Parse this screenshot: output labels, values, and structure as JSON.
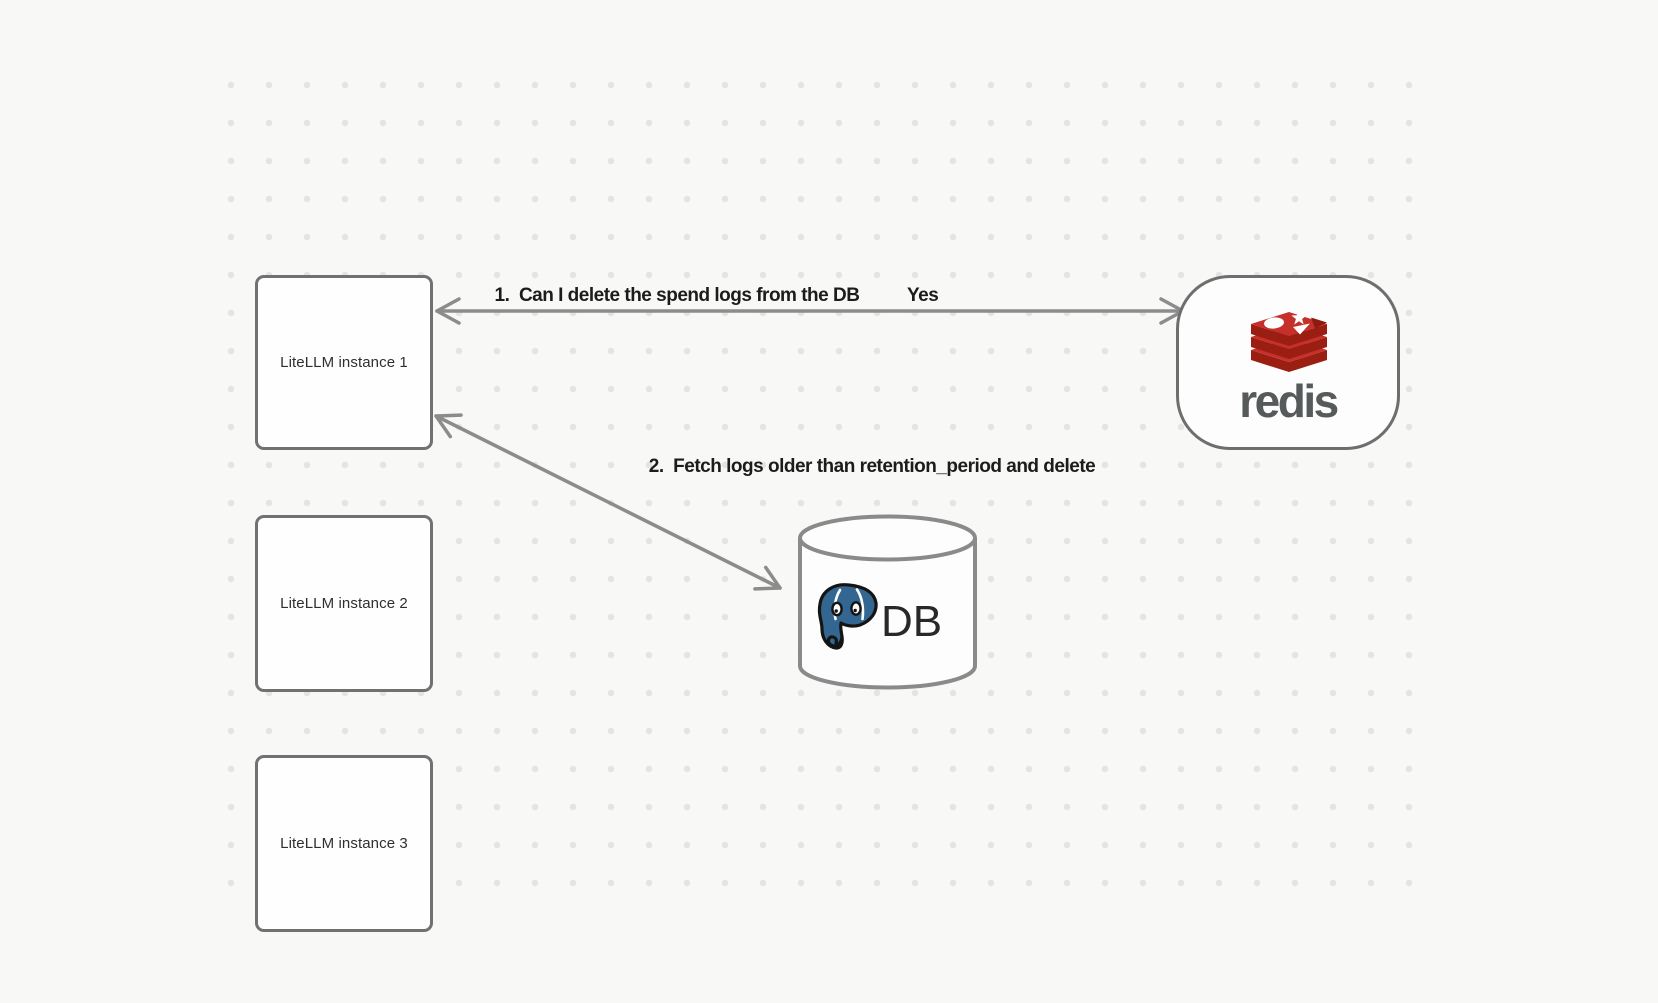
{
  "nodes": {
    "litellm_instances": [
      {
        "label": "LiteLLM instance 1"
      },
      {
        "label": "LiteLLM instance 2"
      },
      {
        "label": "LiteLLM instance 3"
      }
    ],
    "redis": {
      "wordmark": "redis",
      "logo": "redis-stack-logo"
    },
    "database": {
      "label": "DB",
      "logo": "postgresql-elephant-logo"
    }
  },
  "arrows": [
    {
      "label": "1.  Can I delete the spend logs from the DB",
      "response": "Yes",
      "from": "LiteLLM instance 1",
      "to": "redis",
      "direction": "bidirectional"
    },
    {
      "label": "2.  Fetch logs older than retention_period and delete",
      "from": "LiteLLM instance 1",
      "to": "DB",
      "direction": "bidirectional"
    }
  ],
  "colors": {
    "background": "#f8f8f6",
    "grid_dot": "#e4e4e2",
    "shape_border": "#717171",
    "arrow": "#8c8c8c",
    "label_text": "#1c1c1c",
    "node_text": "#2f2f2f",
    "redis_red": "#c6302b",
    "redis_red_dark": "#9b1e12",
    "redis_wordmark_gray": "#565a5b",
    "postgres_blue": "#336791"
  }
}
